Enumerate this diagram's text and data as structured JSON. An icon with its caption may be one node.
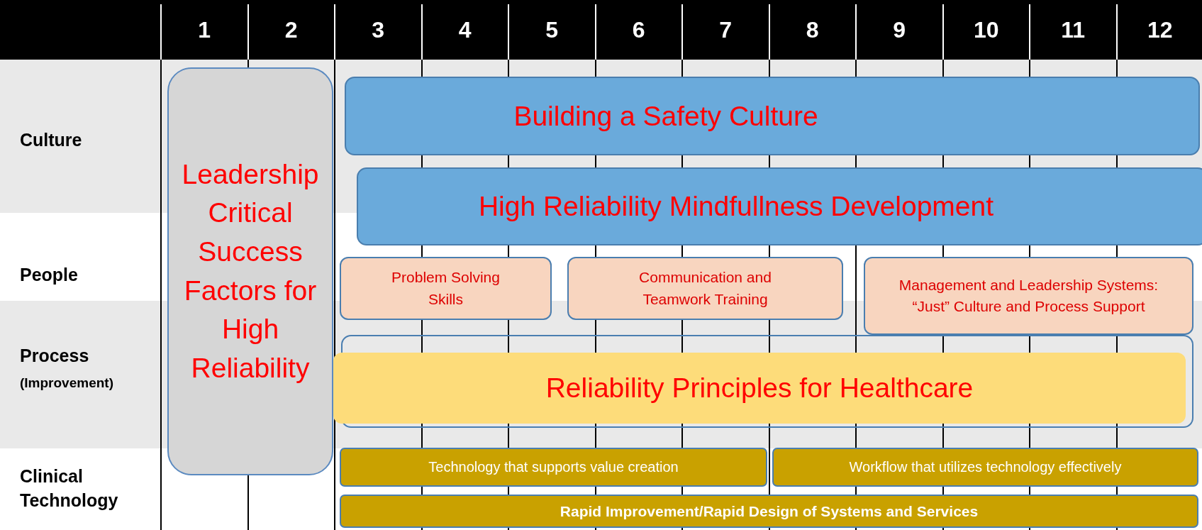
{
  "diagram": {
    "nodes": [
      {
        "text": [
          "Leadership Critical Success Factors for High Reliability"
        ]
      },
      {
        "text": [
          "Building a Safety Culture"
        ]
      },
      {
        "text": [
          "High Reliability Mindfullness Development"
        ]
      },
      {
        "text": [
          "Problem Solving Skills"
        ]
      },
      {
        "text": [
          "Communication and Teamwork Training"
        ]
      },
      {
        "text": [
          "Management and Leadership Systems: “Just” Culture and Process Support"
        ]
      },
      {
        "text": [
          "Reliability Principles for Healthcare"
        ]
      },
      {
        "text": [
          "Technology that supports value creation"
        ]
      },
      {
        "text": [
          "Workflow that utilizes technology effectively"
        ]
      },
      {
        "text": [
          "Rapid Improvement/Rapid Design of Systems and Services"
        ]
      }
    ],
    "labels": [
      "1",
      "2",
      "3",
      "4",
      "5",
      "6",
      "7",
      "8",
      "9",
      "10",
      "11",
      "12",
      "Culture",
      "People",
      "Process",
      "(Improvement)",
      "Clinical Technology"
    ]
  }
}
